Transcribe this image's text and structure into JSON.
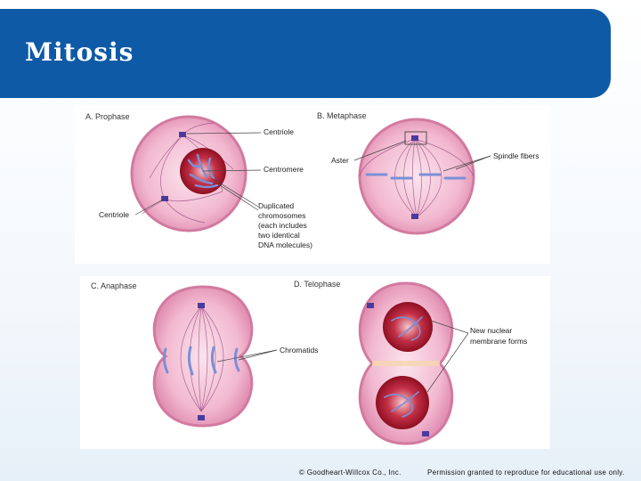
{
  "slide": {
    "title": "Mitosis"
  },
  "panels": {
    "prophase": {
      "label": "A.  Prophase",
      "callouts": {
        "centriole_top": "Centriole",
        "centromere": "Centromere",
        "centriole_left": "Centriole",
        "duplicated_1": "Duplicated",
        "duplicated_2": "chromosomes",
        "duplicated_3": "(each includes",
        "duplicated_4": "two identical",
        "duplicated_5": "DNA molecules)"
      }
    },
    "metaphase": {
      "label": "B.  Metaphase",
      "callouts": {
        "aster": "Aster",
        "spindle_fibers": "Spindle fibers"
      }
    },
    "anaphase": {
      "label": "C.  Anaphase",
      "callouts": {
        "chromatids": "Chromatids"
      }
    },
    "telophase": {
      "label": "D.  Telophase",
      "callouts": {
        "membrane_1": "New nuclear",
        "membrane_2": "membrane forms"
      }
    }
  },
  "footer": {
    "copyright": "© Goodheart-Willcox Co., Inc.",
    "permission": "Permission granted to reproduce for educational use only."
  },
  "colors": {
    "banner": "#0e5aa6",
    "cell_fill": "#f2b8cf",
    "cell_edge": "#d27aa0",
    "nucleus": "#a3162a",
    "chromosome": "#7c8fd6"
  }
}
